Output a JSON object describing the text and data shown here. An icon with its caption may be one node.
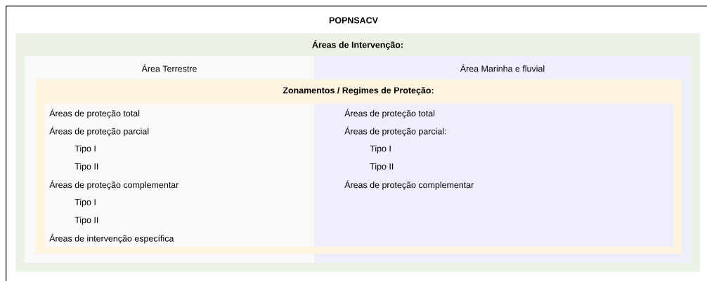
{
  "diagram": {
    "nodes": [
      {
        "text": [
          "POPNSACV"
        ]
      },
      {
        "text": [
          "Áreas de Intervenção:"
        ],
        "in": 0
      },
      {
        "text": [
          "Área Terrestre"
        ],
        "in": 1
      },
      {
        "text": [
          "Área Marinha e fluvial"
        ],
        "in": 1
      },
      {
        "text": [
          "Zonamentos / Regimes de Proteção:"
        ],
        "in": 1
      },
      {
        "text": [
          "Áreas de proteção total",
          "Áreas de proteção parcial",
          "Tipo I",
          "Tipo II",
          "Áreas de proteção complementar",
          "Tipo I",
          "Tipo II",
          "Áreas de intervenção específica"
        ],
        "in": 4
      },
      {
        "text": [
          "Áreas de proteção total",
          "Áreas de proteção parcial:",
          "Tipo I",
          "Tipo II",
          "Áreas de proteção complementar"
        ],
        "in": 4
      }
    ]
  }
}
